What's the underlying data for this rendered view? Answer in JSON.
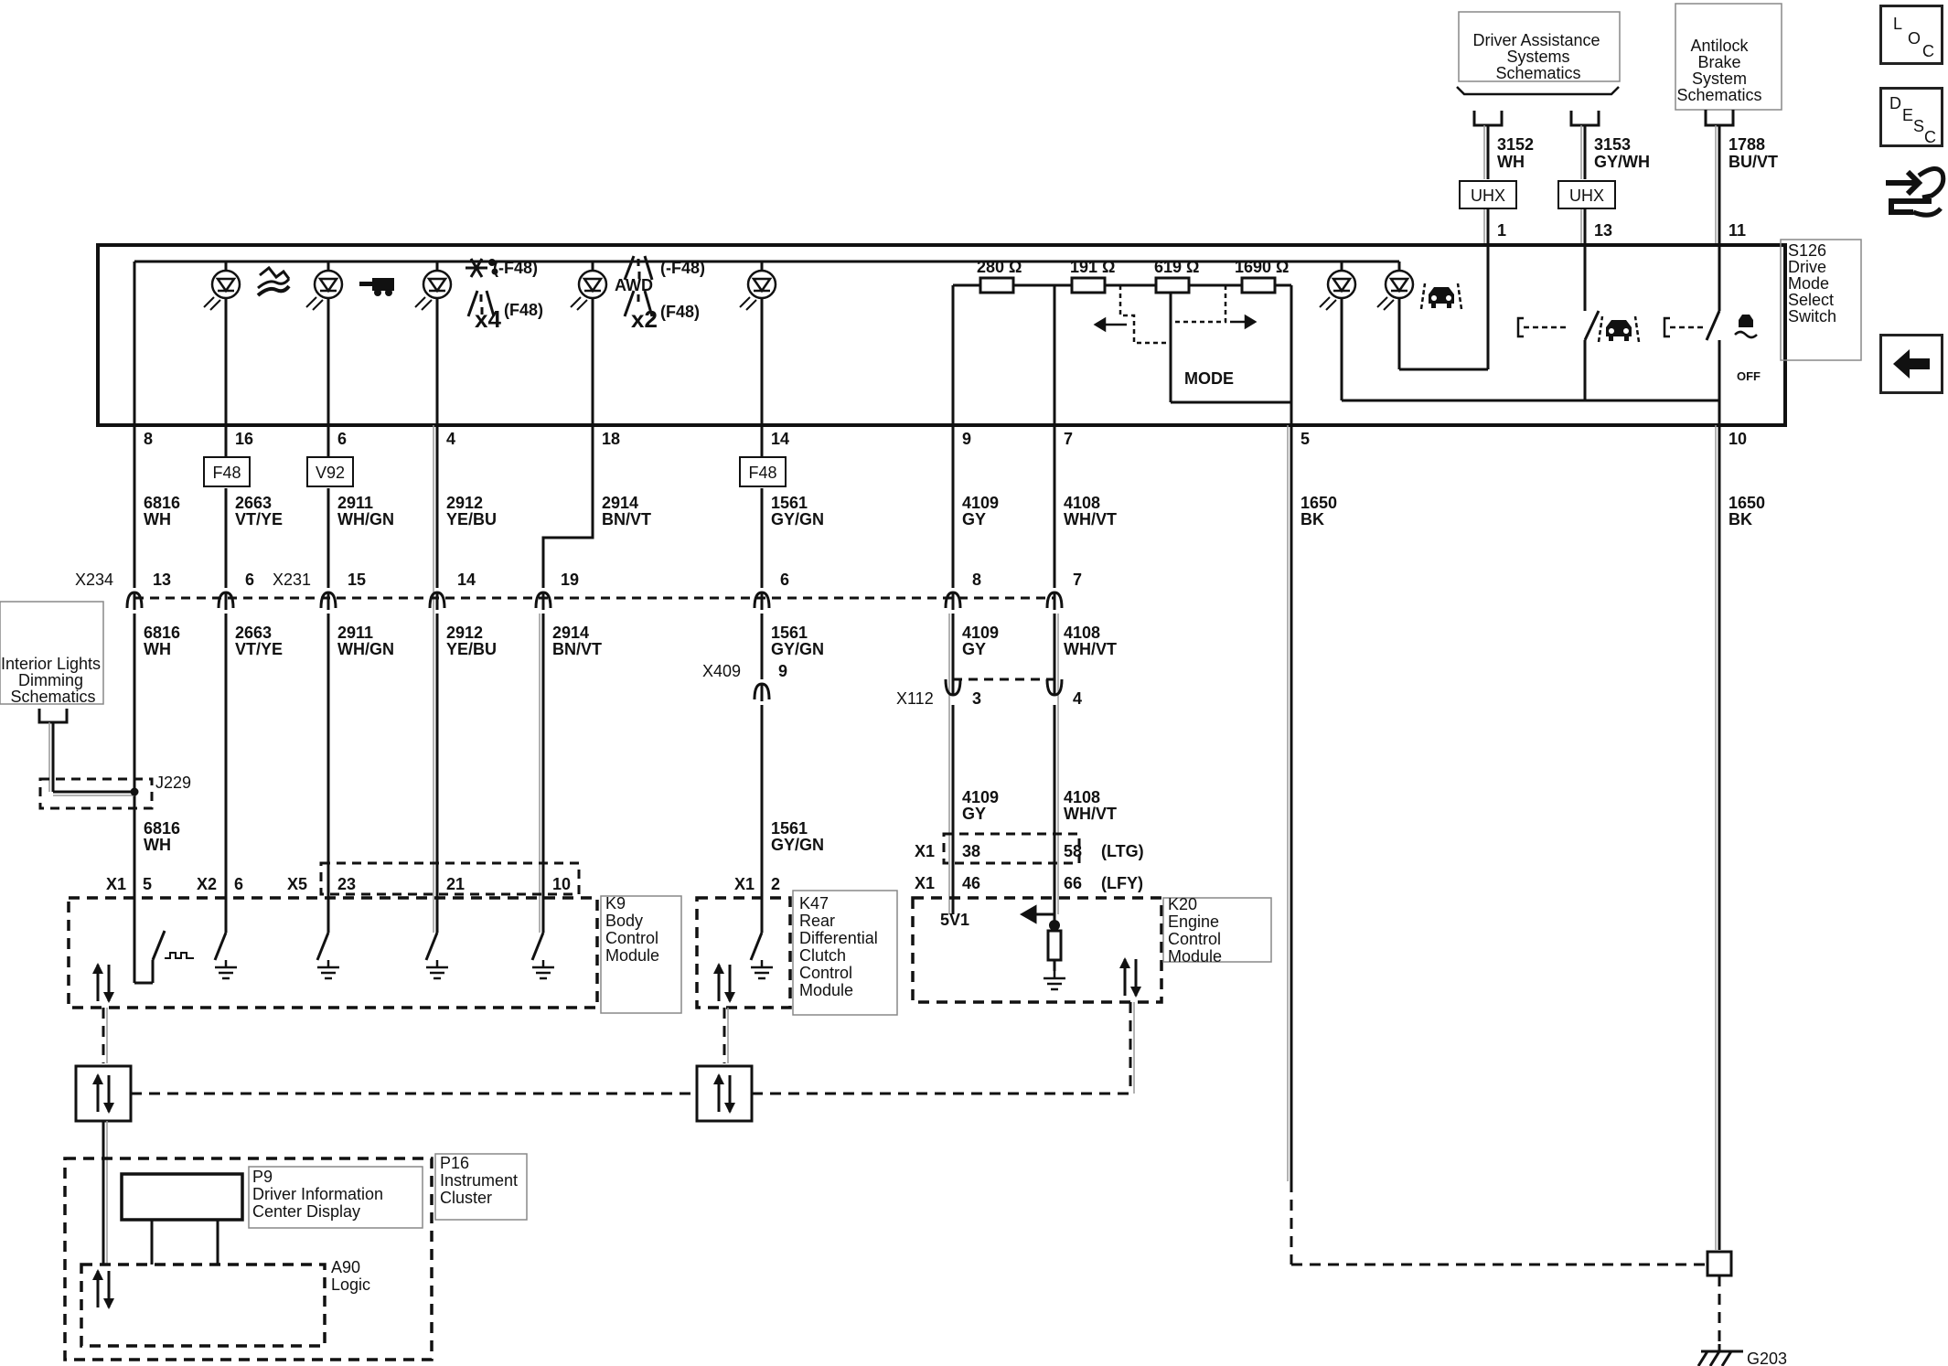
{
  "nav": {
    "loc": {
      "l": "L",
      "o": "O",
      "c": "C"
    },
    "desc": {
      "d": "D",
      "e": "E",
      "s": "S",
      "c": "C"
    }
  },
  "refs": {
    "driver_assist": [
      "Driver Assistance",
      "Systems",
      "Schematics"
    ],
    "abs": [
      "Antilock",
      "Brake",
      "System",
      "Schematics"
    ],
    "interior": [
      "Interior Lights",
      "Dimming",
      "Schematics"
    ]
  },
  "switch": {
    "ref": "S126",
    "name": [
      "Drive",
      "Mode",
      "Select",
      "Switch"
    ],
    "resistors": [
      "280 Ω",
      "191 Ω",
      "619 Ω",
      "1690 Ω"
    ],
    "mode_label": "MODE",
    "awd_label": "AWD",
    "off_label": "OFF",
    "snow_label": "(-F48)",
    "x4_label": "(F48)",
    "road_label": "(-F48)",
    "x2_label": "(F48)",
    "x4": "x4",
    "x2": "x2",
    "pins_bottom": [
      "8",
      "16",
      "6",
      "4",
      "18",
      "14",
      "9",
      "7",
      "5",
      "10"
    ],
    "pins_top": [
      "1",
      "13",
      "11"
    ]
  },
  "top_wires": [
    {
      "circuit": "3152",
      "color": "WH"
    },
    {
      "circuit": "3153",
      "color": "GY/WH"
    },
    {
      "circuit": "1788",
      "color": "BU/VT"
    }
  ],
  "uhx": "UHX",
  "options": {
    "f48": "F48",
    "v92": "V92"
  },
  "upper_wires": [
    {
      "circuit": "6816",
      "color": "WH"
    },
    {
      "circuit": "2663",
      "color": "VT/YE"
    },
    {
      "circuit": "2911",
      "color": "WH/GN"
    },
    {
      "circuit": "2912",
      "color": "YE/BU"
    },
    {
      "circuit": "2914",
      "color": "BN/VT"
    },
    {
      "circuit": "1561",
      "color": "GY/GN"
    },
    {
      "circuit": "4109",
      "color": "GY"
    },
    {
      "circuit": "4108",
      "color": "WH/VT"
    },
    {
      "circuit": "1650",
      "color": "BK"
    },
    {
      "circuit": "1650",
      "color": "BK"
    }
  ],
  "connectors": {
    "x234": "X234",
    "x231": "X231",
    "x409": "X409",
    "x112": "X112",
    "j229": "J229",
    "row1_pins": [
      "13",
      "6",
      "15",
      "14",
      "19",
      "6",
      "8",
      "7"
    ],
    "x409_pin": "9",
    "x112_pins": [
      "3",
      "4"
    ]
  },
  "lower_wires": [
    {
      "circuit": "6816",
      "color": "WH"
    },
    {
      "circuit": "2663",
      "color": "VT/YE"
    },
    {
      "circuit": "2911",
      "color": "WH/GN"
    },
    {
      "circuit": "2912",
      "color": "YE/BU"
    },
    {
      "circuit": "2914",
      "color": "BN/VT"
    },
    {
      "circuit": "1561",
      "color": "GY/GN"
    },
    {
      "circuit": "4109",
      "color": "GY"
    },
    {
      "circuit": "4108",
      "color": "WH/VT"
    }
  ],
  "third_wires": [
    {
      "circuit": "6816",
      "color": "WH"
    },
    {
      "circuit": "1561",
      "color": "GY/GN"
    },
    {
      "circuit": "4109",
      "color": "GY"
    },
    {
      "circuit": "4108",
      "color": "WH/VT"
    }
  ],
  "k20_conn": {
    "x1a": "X1",
    "p38": "38",
    "p58": "58",
    "ltg": "(LTG)",
    "x1b": "X1",
    "p46": "46",
    "p66": "66",
    "lfy": "(LFY)",
    "fivev": "5V1"
  },
  "k9": {
    "ref": "K9",
    "name": [
      "Body",
      "Control",
      "Module"
    ],
    "conns": [
      "X1",
      "X2",
      "X5"
    ],
    "pins": [
      "5",
      "6",
      "23",
      "21",
      "10"
    ]
  },
  "k47": {
    "ref": "K47",
    "name": [
      "Rear",
      "Differential",
      "Clutch",
      "Control",
      "Module"
    ],
    "conn": "X1",
    "pin": "2"
  },
  "k20": {
    "ref": "K20",
    "name": [
      "Engine",
      "Control",
      "Module"
    ]
  },
  "p16": {
    "ref": "P16",
    "name": [
      "Instrument",
      "Cluster"
    ]
  },
  "p9": {
    "ref": "P9",
    "name": [
      "Driver Information",
      "Center Display"
    ]
  },
  "a90": {
    "ref": "A90",
    "name": [
      "Logic"
    ]
  },
  "ground": "G203"
}
